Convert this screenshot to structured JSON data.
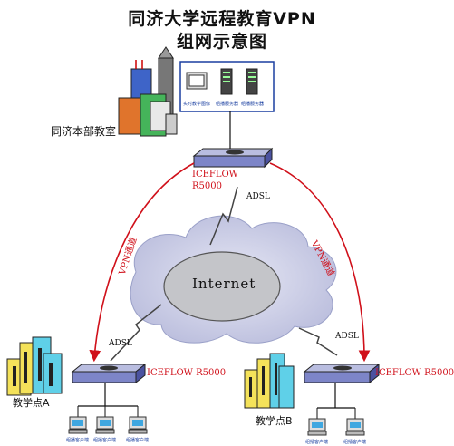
{
  "title_line1": "同济大学远程教育VPN",
  "title_line2": "组网示意图",
  "headquarters": {
    "label": "同济本部教室",
    "router_model_line1": "ICEFLOW",
    "router_model_line2": "R5000",
    "servers": [
      "实时教学图像",
      "组播服务器",
      "组播服务器"
    ]
  },
  "internet_label": "Internet",
  "links": {
    "adsl_top": "ADSL",
    "adsl_left": "ADSL",
    "adsl_right": "ADSL",
    "vpn_left": "VPN通道",
    "vpn_right": "VPN通道"
  },
  "site_a": {
    "label": "教学点A",
    "router_label": "ICEFLOW R5000",
    "clients": [
      "组播客户端",
      "组播客户端",
      "组播客户端"
    ]
  },
  "site_b": {
    "label": "教学点B",
    "router_label": "ICEFLOW R5000",
    "clients": [
      "组播客户端",
      "组播客户端"
    ]
  },
  "colors": {
    "vpn_line": "#d0101a",
    "cloud": "#c9cce6",
    "building_yellow": "#f4e25a",
    "building_cyan": "#5fd0e8"
  }
}
